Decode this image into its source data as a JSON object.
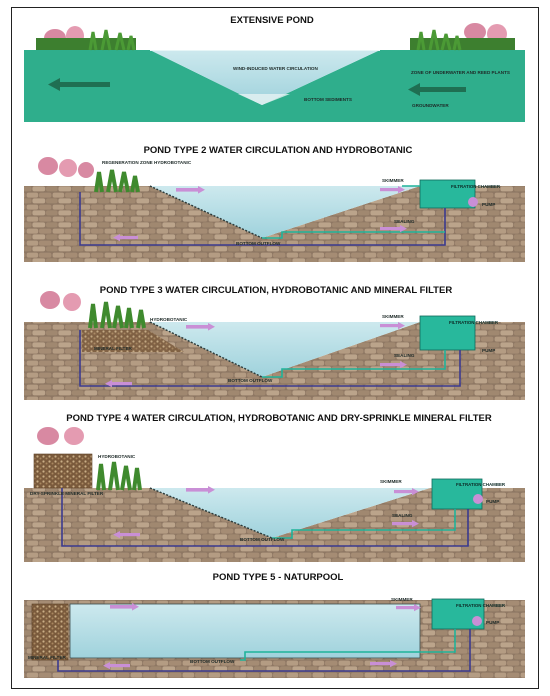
{
  "colors": {
    "water": "#b9dfe6",
    "water_deep": "#8fcbd6",
    "soil_green": "#2fae8c",
    "stone": "#a68f78",
    "pipe_blue": "#3b3a8f",
    "pipe_teal": "#1fb39a",
    "arrow_pink": "#c98fd6",
    "filter_box": "#28b89c"
  },
  "icons": [
    "plant-icon",
    "flower-icon",
    "stone-wall-texture",
    "flow-arrow-icon",
    "pump-icon"
  ],
  "panels": [
    {
      "title": "EXTENSIVE POND",
      "labels": {
        "circulation": "WIND-INDUCED WATER CIRCULATION",
        "sediments": "BOTTOM SEDIMENTS",
        "zone": "ZONE OF UNDERWATER AND REED PLANTS",
        "groundwater": "GROUNDWATER"
      }
    },
    {
      "title": "POND TYPE 2 WATER CIRCULATION AND HYDROBOTANIC",
      "labels": {
        "regen": "REGENERATION ZONE HYDROBOTANIC",
        "skimmer": "SKIMMER",
        "chamber": "FILTRATION CHAMBER",
        "pump": "PUMP",
        "sealing": "SEALING",
        "outflow": "BOTTOM OUTFLOW"
      }
    },
    {
      "title": "POND TYPE 3 WATER CIRCULATION, HYDROBOTANIC AND MINERAL FILTER",
      "labels": {
        "hydro": "HYDROBOTANIC",
        "mineral": "MINERAL FILTER",
        "skimmer": "SKIMMER",
        "chamber": "FILTRATION CHAMBER",
        "pump": "PUMP",
        "sealing": "SEALING",
        "outflow": "BOTTOM OUTFLOW"
      }
    },
    {
      "title": "POND TYPE 4 WATER CIRCULATION, HYDROBOTANIC AND DRY-SPRINKLE MINERAL FILTER",
      "labels": {
        "hydro": "HYDROBOTANIC",
        "dry": "DRY-SPRINKLE MINERAL FILTER",
        "skimmer": "SKIMMER",
        "chamber": "FILTRATION CHAMBER",
        "pump": "PUMP",
        "sealing": "SEALING",
        "outflow": "BOTTOM OUTFLOW"
      }
    },
    {
      "title": "POND TYPE 5 - NATURPOOL",
      "labels": {
        "mineral": "MINERAL FILTER",
        "skimmer": "SKIMMER",
        "chamber": "FILTRATION CHAMBER",
        "pump": "PUMP",
        "outflow": "BOTTOM OUTFLOW"
      }
    }
  ]
}
